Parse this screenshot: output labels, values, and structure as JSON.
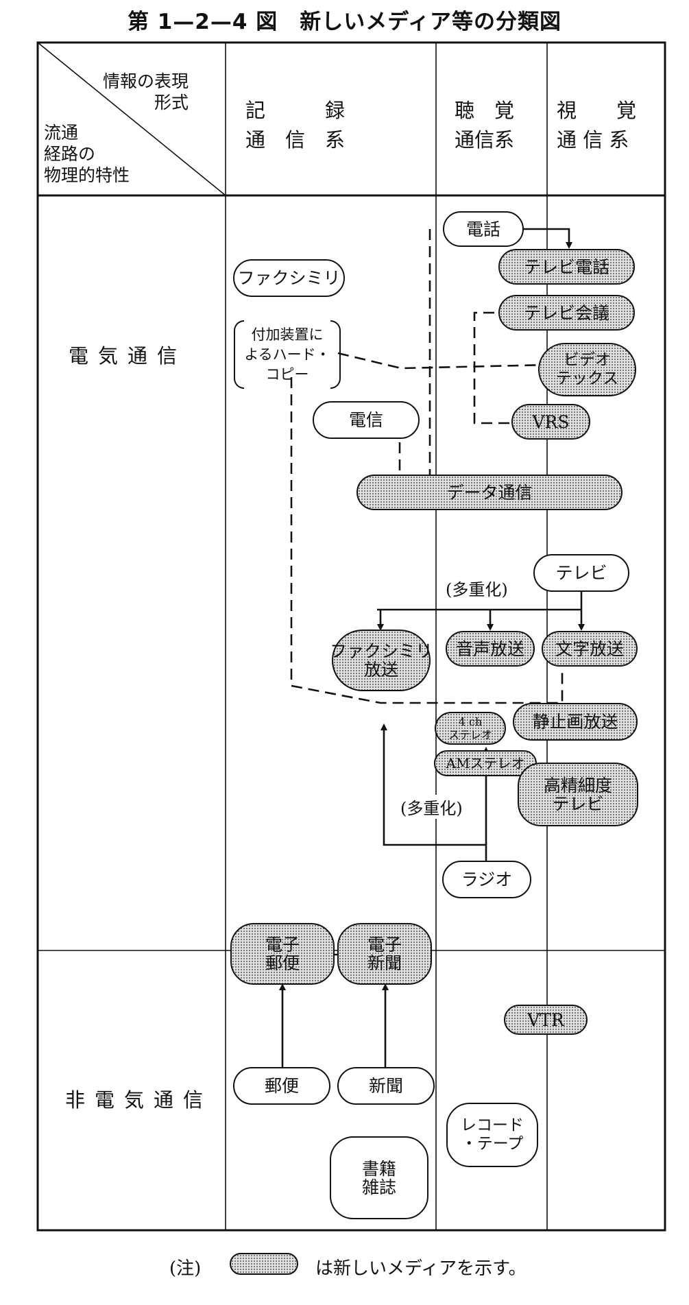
{
  "title": "第 1—2—4 図　新しいメディア等の分類図",
  "corner": {
    "top": "情報の表現\n形式",
    "bottom": "流通\n経路の\n物理的特性"
  },
  "columns": [
    "記　　　録\n通　信　系",
    "聴　覚\n通信系",
    "視　　覚\n通 信 系"
  ],
  "rows": [
    "電気通信",
    "非電気通信"
  ],
  "nodes": {
    "denwa": "電話",
    "terebi_denwa": "テレビ電話",
    "fax": "ファクシミリ",
    "hard_copy": "付加装置に\nよるハード・\nコピー",
    "terebi_kaigi": "テレビ会議",
    "videotex": "ビデオ\nテックス",
    "denshin": "電信",
    "vrs": "VRS",
    "data_tsushin": "データ通信",
    "terebi": "テレビ",
    "fax_hoso": "ファクシミリ\n放送",
    "onsei_hoso": "音声放送",
    "moji_hoso": "文字放送",
    "seishiga_hoso": "静止画放送",
    "stereo_4ch": "4 ch\nステレオ",
    "am_stereo": "AMステレオ",
    "hd_terebi": "高精細度\nテレビ",
    "radio": "ラジオ",
    "denshi_yubin": "電子\n郵便",
    "denshi_shinbun": "電子\n新聞",
    "vtr": "VTR",
    "yubin": "郵便",
    "shinbun": "新聞",
    "record": "レコード\n・テープ",
    "shoseki": "書籍\n雑誌"
  },
  "annotations": {
    "tajuka_1": "(多重化)",
    "tajuka_2": "(多重化)"
  },
  "legend": {
    "prefix": "(注)",
    "suffix": "は新しいメディアを示す。"
  },
  "colors": {
    "line": "#111111",
    "new_media_fill": "#e2e2e2",
    "new_media_dots": "#6a6a6a"
  }
}
